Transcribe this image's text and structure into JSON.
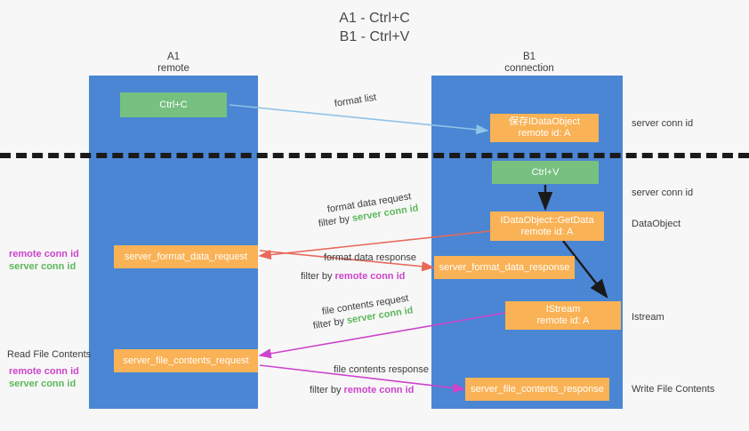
{
  "title": {
    "line1": "A1 - Ctrl+C",
    "line2": "B1 - Ctrl+V"
  },
  "lanes": [
    {
      "name": "A1",
      "sub": "remote"
    },
    {
      "name": "B1",
      "sub": "connection"
    }
  ],
  "boxes": {
    "ctrl_c": "Ctrl+C",
    "ctrl_v": "Ctrl+V",
    "idataobject_title": "保存IDataObject",
    "idataobject_sub": "remote id: A",
    "getdata_title": "IDataObject::GetData",
    "getdata_sub": "remote id: A",
    "istream_title": "IStream",
    "istream_sub": "remote id: A",
    "server_format_data_request": "server_format_data_request",
    "server_format_data_response": "server_format_data_response",
    "server_file_contents_request": "server_file_contents_request",
    "server_file_contents_response": "server_file_contents_response"
  },
  "edge_labels": {
    "format_list": "format list",
    "format_data_request": "format data request",
    "format_data_request_filter_prefix": "filter by ",
    "format_data_request_filter_key": "server conn id",
    "format_data_response": "format data response",
    "format_data_response_filter_prefix": "filter by ",
    "format_data_response_filter_key": "remote conn id",
    "file_contents_request": "file contents request",
    "file_contents_request_filter_prefix": "filter by ",
    "file_contents_request_filter_key": "server conn id",
    "file_contents_response": "file contents response",
    "file_contents_response_filter_prefix": "filter by ",
    "file_contents_response_filter_key": "remote conn id"
  },
  "left_annotations": {
    "conn_ids_top_remote": "remote conn id",
    "conn_ids_top_server": "server conn id",
    "read_file_contents": "Read File Contents",
    "conn_ids_bottom_remote": "remote conn id",
    "conn_ids_bottom_server": "server conn id"
  },
  "right_annotations": {
    "server_conn_id_1": "server conn id",
    "server_conn_id_2": "server conn id",
    "data_object": "DataObject",
    "istream": "Istream",
    "write_file_contents": "Write File Contents"
  },
  "colors": {
    "lane": "#4a86d4",
    "green_box": "#76c080",
    "orange_box": "#f9b255",
    "server_conn_id": "#5cb85c",
    "remote_conn_id": "#cc44cc",
    "arrow_blue": "#8fc3e8",
    "arrow_red": "#e8685a",
    "arrow_magenta": "#cc44cc",
    "arrow_black": "#1a1a1a",
    "background": "#f7f7f7"
  }
}
